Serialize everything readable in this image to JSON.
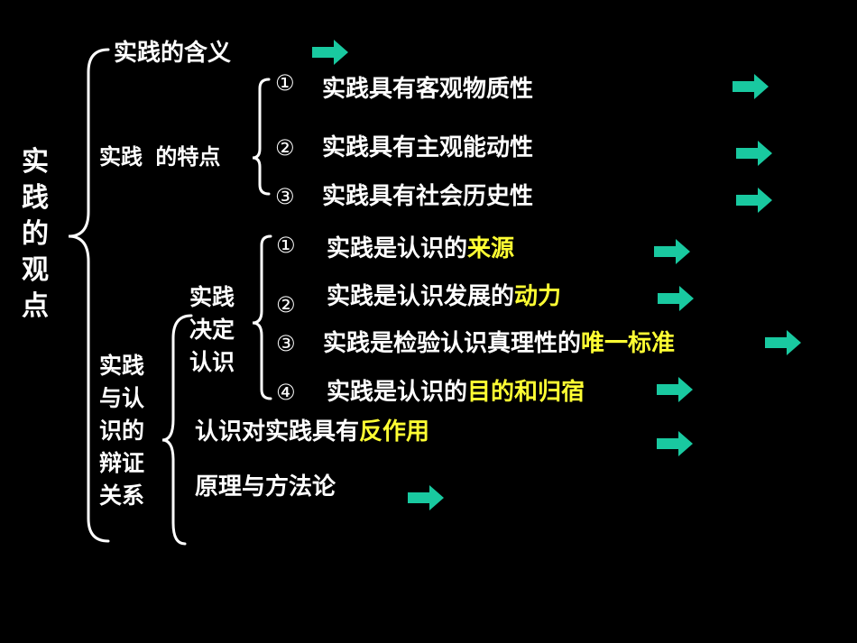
{
  "root": {
    "title": "实践的观点",
    "chars": [
      "实",
      "践",
      "的",
      "观",
      "点"
    ]
  },
  "meaning": {
    "label": "实践的含义"
  },
  "features": {
    "label": "实践 的特点",
    "items": [
      {
        "num": "①",
        "text": "实践具有客观物质性"
      },
      {
        "num": "②",
        "text": "实践具有主观能动性"
      },
      {
        "num": "③",
        "text": "实践具有社会历史性"
      }
    ]
  },
  "relation": {
    "label_lines": [
      "实践",
      "与认",
      "识的",
      "辩证",
      "关系"
    ],
    "decides": {
      "label_lines": [
        "实践",
        "决定",
        "认识"
      ],
      "items": [
        {
          "num": "①",
          "prefix": "实践是认识的",
          "highlight": "来源"
        },
        {
          "num": "②",
          "prefix": "实践是认识发展的",
          "highlight": "动力"
        },
        {
          "num": "③",
          "prefix": "实践是检验认识真理性的",
          "highlight": "唯一标准"
        },
        {
          "num": "④",
          "prefix": "实践是认识的",
          "highlight": "目的和归宿"
        }
      ]
    },
    "reaction": {
      "prefix": "认识对实践具有",
      "highlight": "反作用"
    },
    "principle": {
      "text": "原理与方法论"
    }
  },
  "colors": {
    "background": "#000000",
    "text": "#ffffff",
    "highlight": "#ffff33",
    "arrow": "#19c9a0"
  }
}
